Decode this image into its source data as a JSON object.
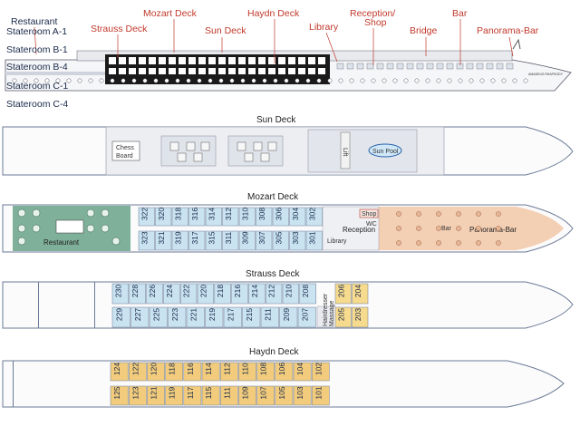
{
  "side_view": {
    "labels_left": [
      "Restaurant",
      "Stateroom A-1",
      "Stateroom B-1",
      "Stateroom B-4",
      "Stateroom C-1",
      "Stateroom C-4"
    ],
    "labels_top": [
      "Strauss Deck",
      "Mozart Deck",
      "Sun Deck",
      "Haydn Deck",
      "Library",
      "Reception/",
      "Shop",
      "Bridge",
      "Bar",
      "Panorama-Bar"
    ],
    "ship_name": "AMADEUS RHAPSODY"
  },
  "sun_deck": {
    "title": "Sun Deck",
    "chess_board": [
      "Chess",
      "Board"
    ],
    "lift": "Lift",
    "pool": "Sun Pool"
  },
  "mozart_deck": {
    "title": "Mozart Deck",
    "restaurant": "Restaurant",
    "reception": "Reception",
    "library": "Library",
    "shop": "Shop",
    "wc": "WC",
    "bar": "Bar",
    "panorama_bar": "Panorama-Bar",
    "top_row": [
      "322",
      "320",
      "318",
      "316",
      "314",
      "312",
      "310",
      "308",
      "306",
      "304",
      "302"
    ],
    "bottom_row": [
      "323",
      "321",
      "319",
      "317",
      "315",
      "311",
      "309",
      "307",
      "305",
      "303",
      "301"
    ]
  },
  "strauss_deck": {
    "title": "Strauss Deck",
    "top_row_blue": [
      "230",
      "228",
      "226",
      "224",
      "222",
      "220",
      "218",
      "216",
      "214",
      "212",
      "210",
      "208"
    ],
    "top_row_yellow": [
      "206",
      "204"
    ],
    "bottom_row_blue": [
      "229",
      "227",
      "225",
      "223",
      "221",
      "219",
      "217",
      "215",
      "211",
      "209",
      "207"
    ],
    "bottom_row_yellow": [
      "205",
      "203"
    ],
    "massage": [
      "Hairdresser",
      "Massage"
    ]
  },
  "haydn_deck": {
    "title": "Haydn Deck",
    "top_row": [
      "124",
      "122",
      "120",
      "118",
      "116",
      "114",
      "112",
      "110",
      "108",
      "106",
      "104",
      "102"
    ],
    "bottom_row": [
      "125",
      "123",
      "121",
      "119",
      "117",
      "115",
      "111",
      "109",
      "107",
      "105",
      "103",
      "101"
    ]
  },
  "colors": {
    "hull": "#f4f6fa",
    "hull_stroke": "#6b7a96",
    "mozart_cabin": "#c9e3f1",
    "strauss_cabin": "#c9e3f1",
    "yellow_cabin": "#f6da8e",
    "haydn_cabin": "#f2cc7c",
    "restaurant": "#7fb09a",
    "panorama": "#f3cfb4",
    "label_red": "#c0392b"
  }
}
